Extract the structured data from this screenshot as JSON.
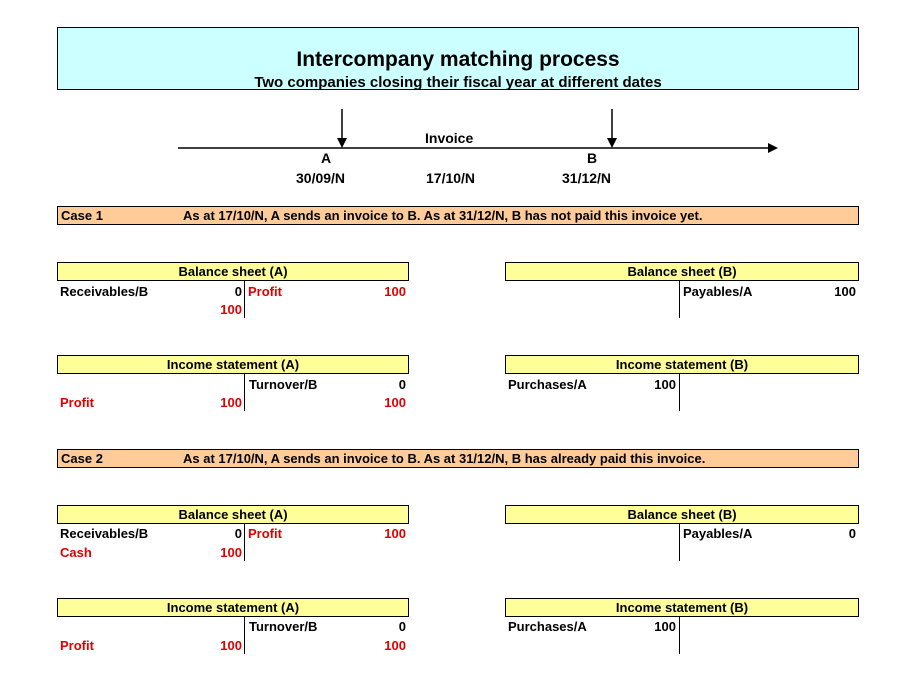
{
  "header": {
    "title": "Intercompany matching process",
    "subtitle": "Two companies closing their fiscal year at different dates"
  },
  "timeline": {
    "invoice_label": "Invoice",
    "point_a_label": "A",
    "point_b_label": "B",
    "date_a": "30/09/N",
    "date_invoice": "17/10/N",
    "date_b": "31/12/N"
  },
  "case1": {
    "label": "Case 1",
    "text": "As at 17/10/N, A sends an invoice to B. As at 31/12/N, B has not paid this invoice yet.",
    "bs_a": {
      "title": "Balance sheet (A)",
      "left_label": "Receivables/B",
      "left_value": "0",
      "left_total": "100",
      "right_label": "Profit",
      "right_value": "100"
    },
    "bs_b": {
      "title": "Balance sheet (B)",
      "right_label": "Payables/A",
      "right_value": "100"
    },
    "is_a": {
      "title": "Income statement (A)",
      "right_label": "Turnover/B",
      "right_value": "0",
      "left_label": "Profit",
      "left_value": "100",
      "right_total": "100"
    },
    "is_b": {
      "title": "Income statement (B)",
      "left_label": "Purchases/A",
      "left_value": "100"
    }
  },
  "case2": {
    "label": "Case 2",
    "text": "As at 17/10/N, A sends an invoice to B. As at 31/12/N, B has already paid this invoice.",
    "bs_a": {
      "title": "Balance sheet (A)",
      "left_label": "Receivables/B",
      "left_value": "0",
      "left_label2": "Cash",
      "left_value2": "100",
      "right_label": "Profit",
      "right_value": "100"
    },
    "bs_b": {
      "title": "Balance sheet (B)",
      "right_label": "Payables/A",
      "right_value": "0"
    },
    "is_a": {
      "title": "Income statement (A)",
      "right_label": "Turnover/B",
      "right_value": "0",
      "left_label": "Profit",
      "left_value": "100",
      "right_total": "100"
    },
    "is_b": {
      "title": "Income statement (B)",
      "left_label": "Purchases/A",
      "left_value": "100"
    }
  }
}
